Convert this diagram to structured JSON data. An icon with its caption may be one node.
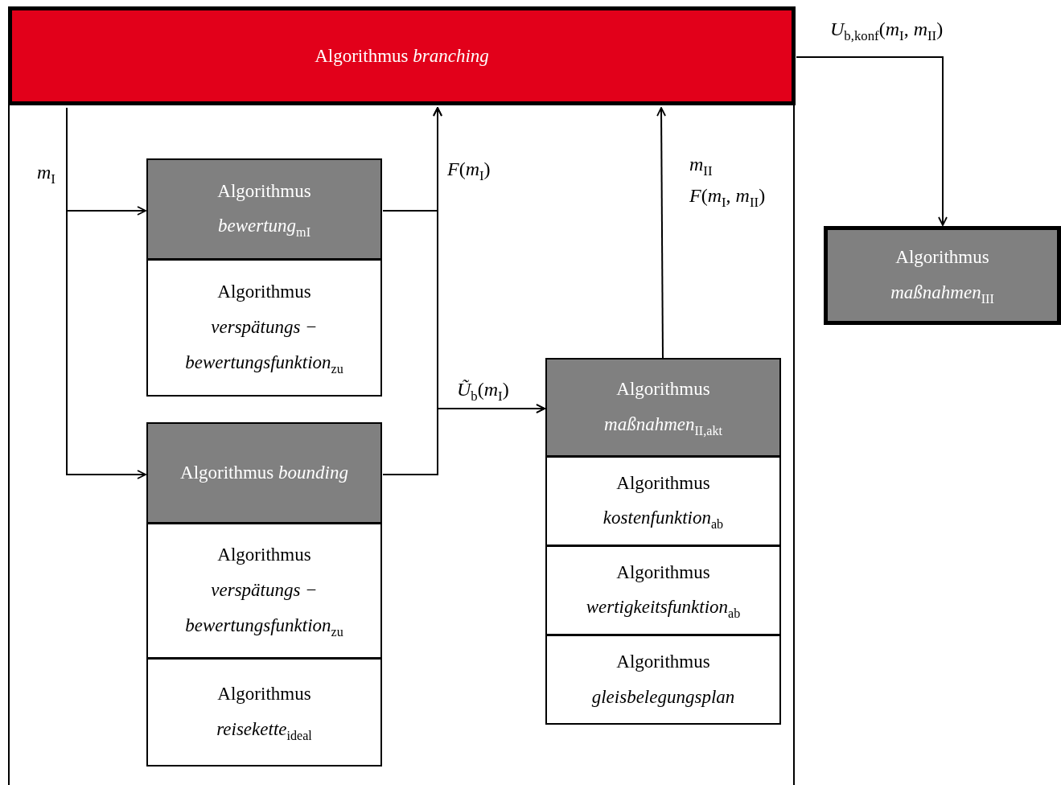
{
  "diagram": {
    "nodes": [
      {
        "text": [],
        "shape": "box"
      },
      {
        "text": [
          "Algorithmus *branching*"
        ],
        "in": 0
      },
      {
        "text": [
          "Algorithmus",
          "*bewertung*$_{mI}$"
        ],
        "in": 0
      },
      {
        "text": [
          "Algorithmus",
          "*verspätungs − bewertungsfunktion*$_{zu}$"
        ],
        "in": 0
      },
      {
        "text": [
          "Algorithmus *bounding*"
        ],
        "in": 0
      },
      {
        "text": [
          "Algorithmus",
          "*verspätungs − bewertungsfunktion*$_{zu}$"
        ],
        "in": 0
      },
      {
        "text": [
          "Algorithmus",
          "*reisekette*$_{ideal}$"
        ],
        "in": 0
      },
      {
        "text": [
          "Algorithmus",
          "*maßnahmen*$_{II,akt}$"
        ],
        "in": 0
      },
      {
        "text": [
          "Algorithmus",
          "*kostenfunktion*$_{ab}$"
        ],
        "in": 0
      },
      {
        "text": [
          "Algorithmus",
          "*wertigkeitsfunktion*$_{ab}$"
        ],
        "in": 0
      },
      {
        "text": [
          "Algorithmus",
          "*gleisbelegungsplan*"
        ],
        "in": 0
      },
      {
        "text": [
          "Algorithmus",
          "*maßnahmen*$_{III}$"
        ]
      }
    ],
    "edges": [
      {
        "from": 1,
        "to": 2,
        "arrow": "to",
        "label": "*m*$_{I}$"
      },
      {
        "from": 1,
        "to": 4,
        "arrow": "to"
      },
      {
        "from": 2,
        "to": 1,
        "arrow": "to",
        "label": "*F*(*m*$_{I}$)"
      },
      {
        "from": 4,
        "to": 1,
        "arrow": "to"
      },
      {
        "from": 2,
        "to": 7,
        "arrow": "to",
        "label": "*Ũ*$_{b}$(*m*$_{I}$)"
      },
      {
        "from": 4,
        "to": 7,
        "arrow": "to"
      },
      {
        "from": 7,
        "to": 1,
        "arrow": "to",
        "label": "*m*$_{II}$ *F*(*m*$_{I}$, *m*$_{II}$)"
      },
      {
        "from": 1,
        "to": 11,
        "arrow": "to",
        "label": "*U*$_{b,konf}$(*m*$_{I}$, *m*$_{II}$)"
      }
    ]
  }
}
